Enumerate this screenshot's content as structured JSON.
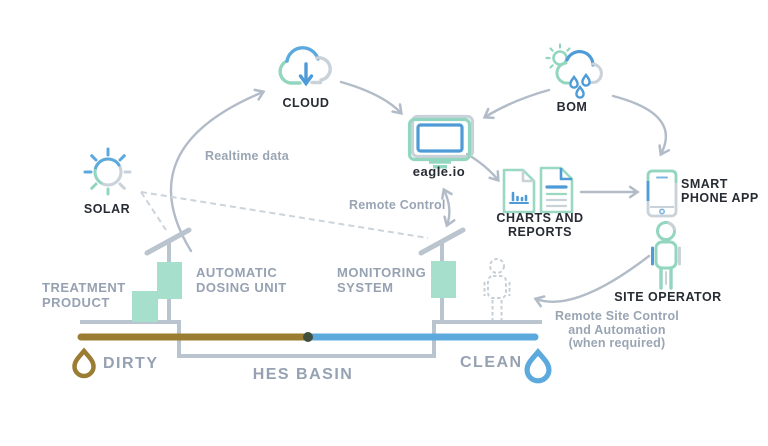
{
  "labels": {
    "solar": "SOLAR",
    "cloud": "CLOUD",
    "eagle": "eagle.io",
    "bom": "BOM",
    "charts_line1": "CHARTS AND",
    "charts_line2": "REPORTS",
    "phone_line1": "SMART",
    "phone_line2": "PHONE APP",
    "site_operator": "SITE OPERATOR",
    "treatment_line1": "TREATMENT",
    "treatment_line2": "PRODUCT",
    "dosing_line1": "AUTOMATIC",
    "dosing_line2": "DOSING UNIT",
    "monitoring_line1": "MONITORING",
    "monitoring_line2": "SYSTEM",
    "dirty": "DIRTY",
    "clean": "CLEAN",
    "basin": "HES BASIN",
    "realtime": "Realtime data",
    "remote_control": "Remote Control",
    "remote_site_line1": "Remote Site Control",
    "remote_site_line2": "and Automation",
    "remote_site_line3": "(when required)"
  },
  "colors": {
    "blue": "#4E9BD8",
    "mint_green": "#93D6BF",
    "box_green": "#A6DFCC",
    "icon_gray": "#C9D1D9",
    "arrow_gray": "#B2BCC8",
    "label_gray": "#96A1B2",
    "dark_text": "#272B33",
    "dirty_brown": "#9A7D33",
    "clean_blue": "#5CA9DE",
    "transition_dot": "#41503C"
  },
  "icons": [
    "sun-icon",
    "cloud-download-icon",
    "monitor-icon",
    "weather-bom-icon",
    "chart-document-icon",
    "report-document-icon",
    "smartphone-icon",
    "person-icon",
    "dashed-person-icon",
    "solar-panel-icon",
    "dirty-drop-icon",
    "clean-drop-icon"
  ]
}
